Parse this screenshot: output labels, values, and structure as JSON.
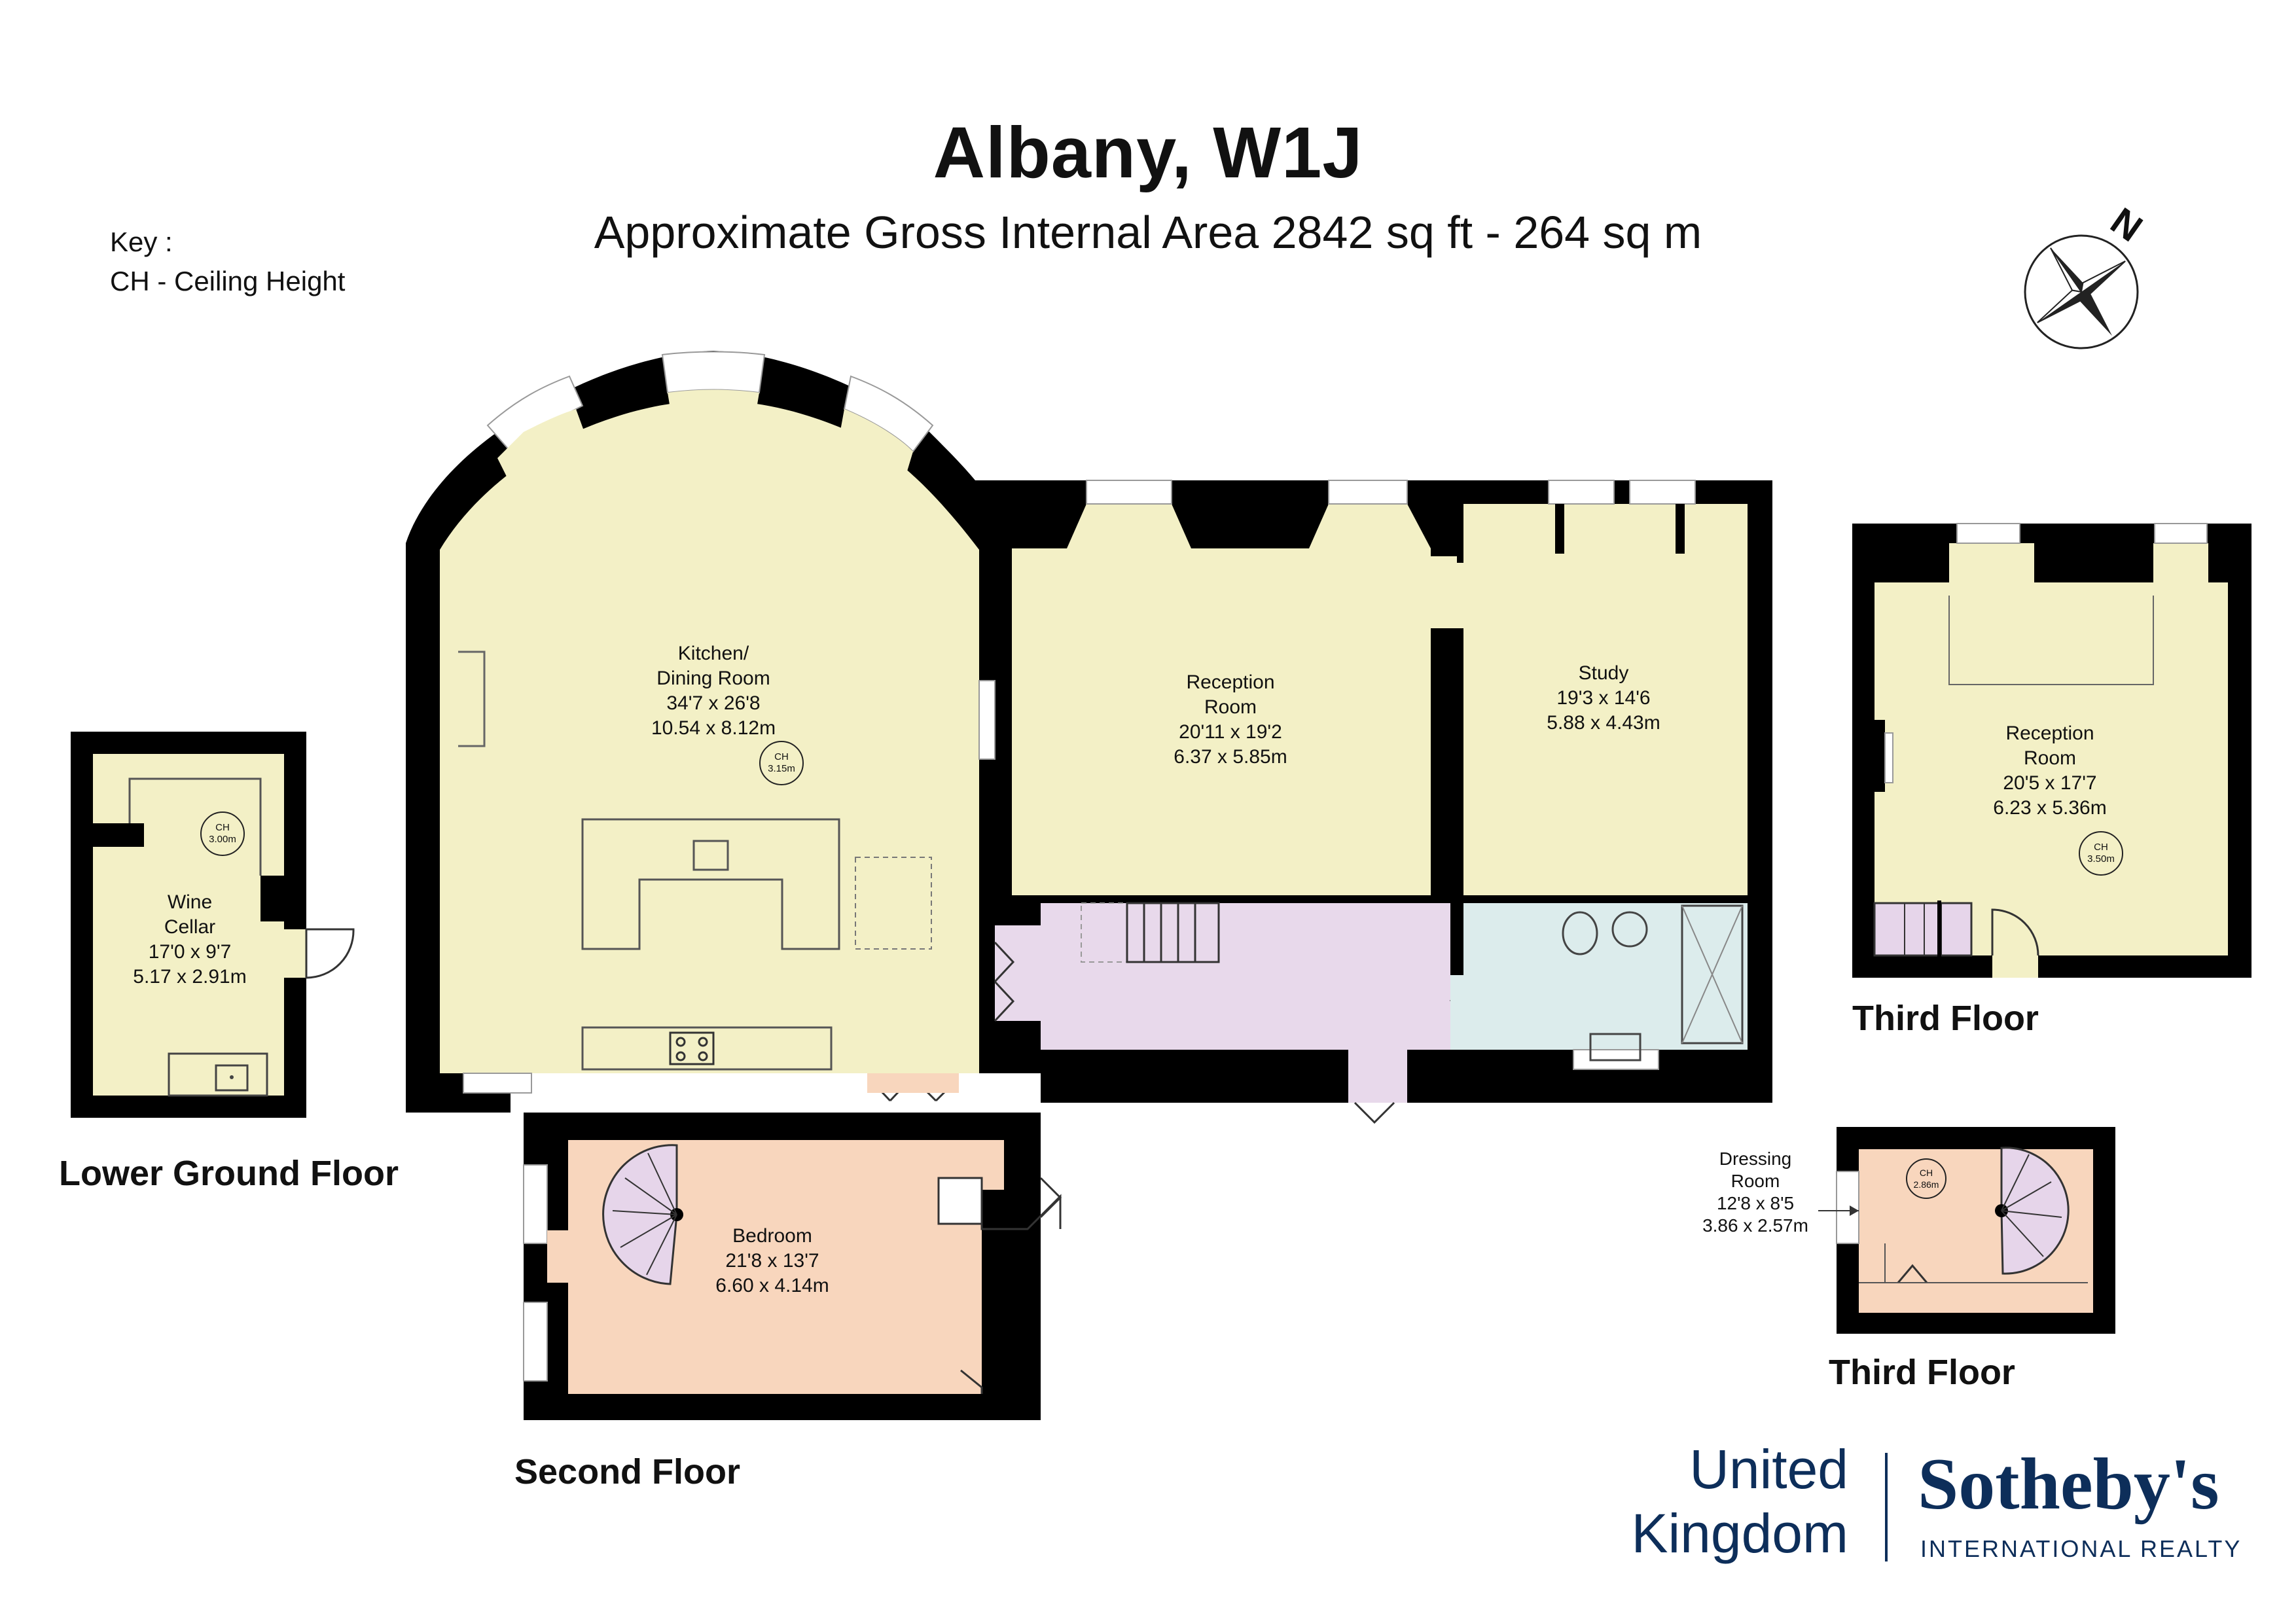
{
  "header": {
    "title": "Albany, W1J",
    "subtitle": "Approximate Gross Internal Area 2842 sq ft - 264 sq m"
  },
  "key": {
    "heading": "Key :",
    "entry": "CH - Ceiling Height"
  },
  "compass": {
    "label": "N",
    "icon": "compass-rose-icon"
  },
  "floors": {
    "lower_ground": "Lower Ground Floor",
    "second": "Second Floor",
    "third_a": "Third Floor",
    "third_b": "Third Floor"
  },
  "rooms": {
    "wine_cellar": {
      "name1": "Wine",
      "name2": "Cellar",
      "imperial": "17'0 x 9'7",
      "metric": "5.17 x 2.91m",
      "ch": "3.00m"
    },
    "kitchen": {
      "name1": "Kitchen/",
      "name2": "Dining Room",
      "imperial": "34'7 x 26'8",
      "metric": "10.54 x 8.12m",
      "ch": "3.15m"
    },
    "reception_2": {
      "name1": "Reception",
      "name2": "Room",
      "imperial": "20'11 x 19'2",
      "metric": "6.37 x 5.85m"
    },
    "study": {
      "name1": "Study",
      "imperial": "19'3 x 14'6",
      "metric": "5.88 x 4.43m"
    },
    "reception_3": {
      "name1": "Reception",
      "name2": "Room",
      "imperial": "20'5 x 17'7",
      "metric": "6.23 x 5.36m",
      "ch": "3.50m"
    },
    "bedroom": {
      "name1": "Bedroom",
      "imperial": "21'8 x 13'7",
      "metric": "6.60 x 4.14m"
    },
    "dressing": {
      "name1": "Dressing",
      "name2": "Room",
      "imperial": "12'8 x 8'5",
      "metric": "3.86 x 2.57m",
      "ch": "2.86m"
    },
    "ch_label": "CH"
  },
  "brand": {
    "region_line1": "United",
    "region_line2": "Kingdom",
    "name": "Sotheby's",
    "tagline": "INTERNATIONAL REALTY"
  },
  "colors": {
    "wall": "#000000",
    "room_yellow": "#f3f0c6",
    "hall_lilac": "#e8d9eb",
    "bath_blue": "#dcecec",
    "bedroom_peach": "#f8d6bd",
    "stair_lilac": "#e6d5ea",
    "brand_navy": "#0d2e5a"
  }
}
